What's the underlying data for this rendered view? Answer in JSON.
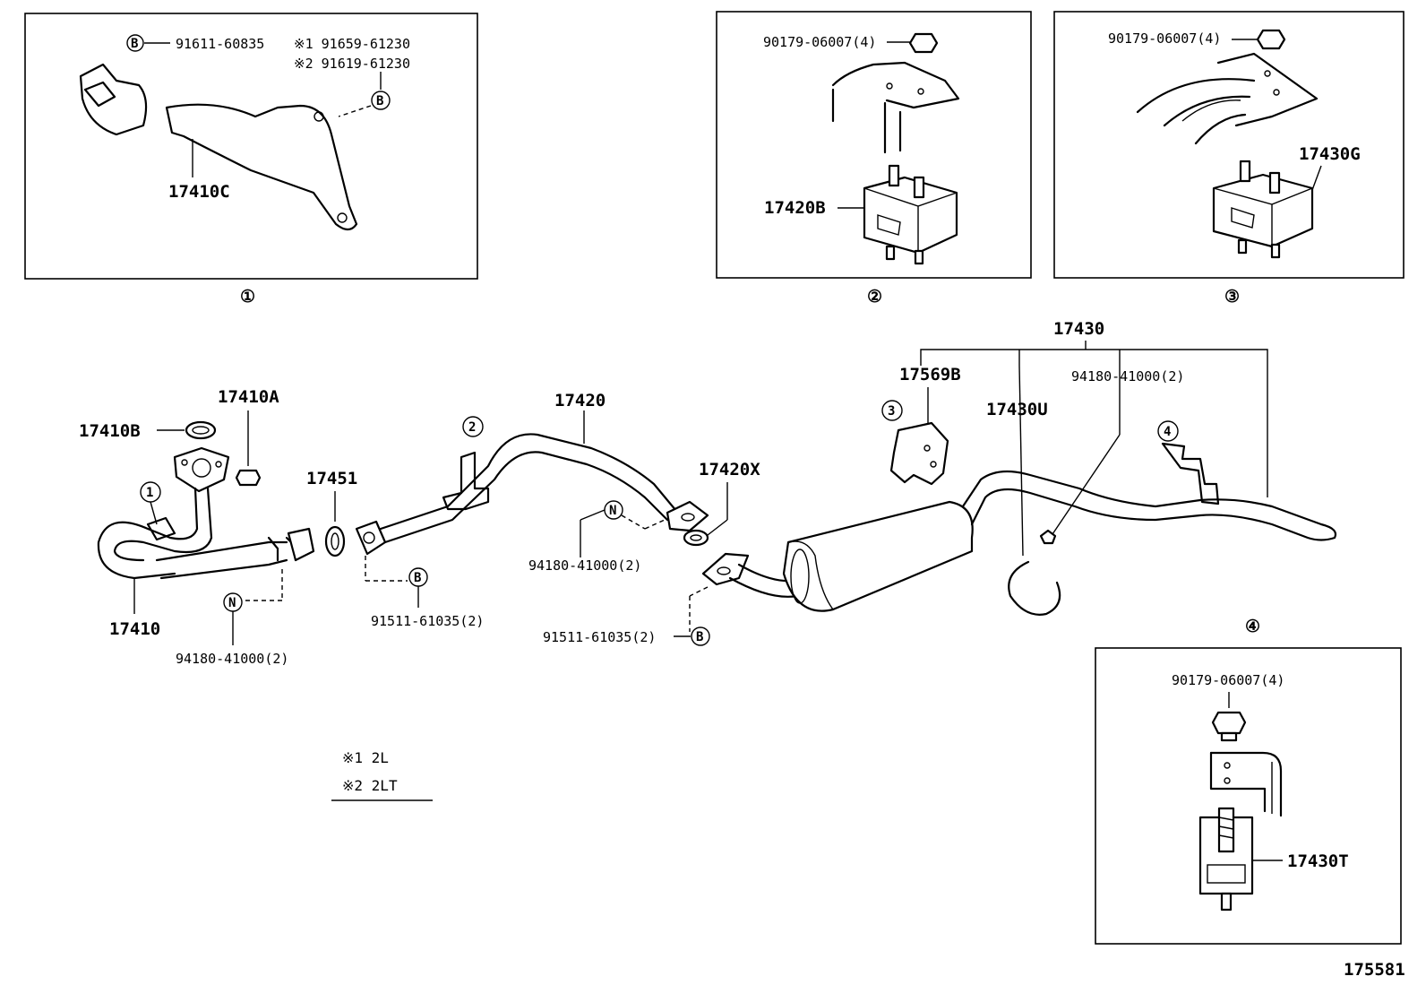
{
  "detail_1": {
    "label": "①",
    "bolt_part": "91611-60835",
    "note1_part": "※1 91659-61230",
    "note2_part": "※2 91619-61230",
    "bracket": "17410C",
    "bolt_marker": "B",
    "bolt_marker2": "B"
  },
  "detail_2": {
    "label": "②",
    "nut_part": "90179-06007(4)",
    "mount": "17420B"
  },
  "detail_3": {
    "label": "③",
    "nut_part": "90179-06007(4)",
    "mount": "17430G"
  },
  "detail_4": {
    "label": "④",
    "nut_part": "90179-06007(4)",
    "mount": "17430T"
  },
  "main": {
    "p17410": "17410",
    "p17410A": "17410A",
    "p17410B": "17410B",
    "p17451": "17451",
    "p17420": "17420",
    "p17420X": "17420X",
    "p17430": "17430",
    "p17430U": "17430U",
    "p17569B": "17569B",
    "nut_94180_a": "94180-41000(2)",
    "nut_94180_b": "94180-41000(2)",
    "nut_94180_c": "94180-41000(2)",
    "bolt_91511_a": "91511-61035(2)",
    "bolt_91511_b": "91511-61035(2)",
    "marker_N": "N",
    "marker_B": "B",
    "marker_1": "1",
    "marker_2": "2",
    "marker_3": "3",
    "marker_4": "4"
  },
  "notes": {
    "note1": "※1  2L",
    "note2": "※2  2LT"
  },
  "figure_id": "175581"
}
